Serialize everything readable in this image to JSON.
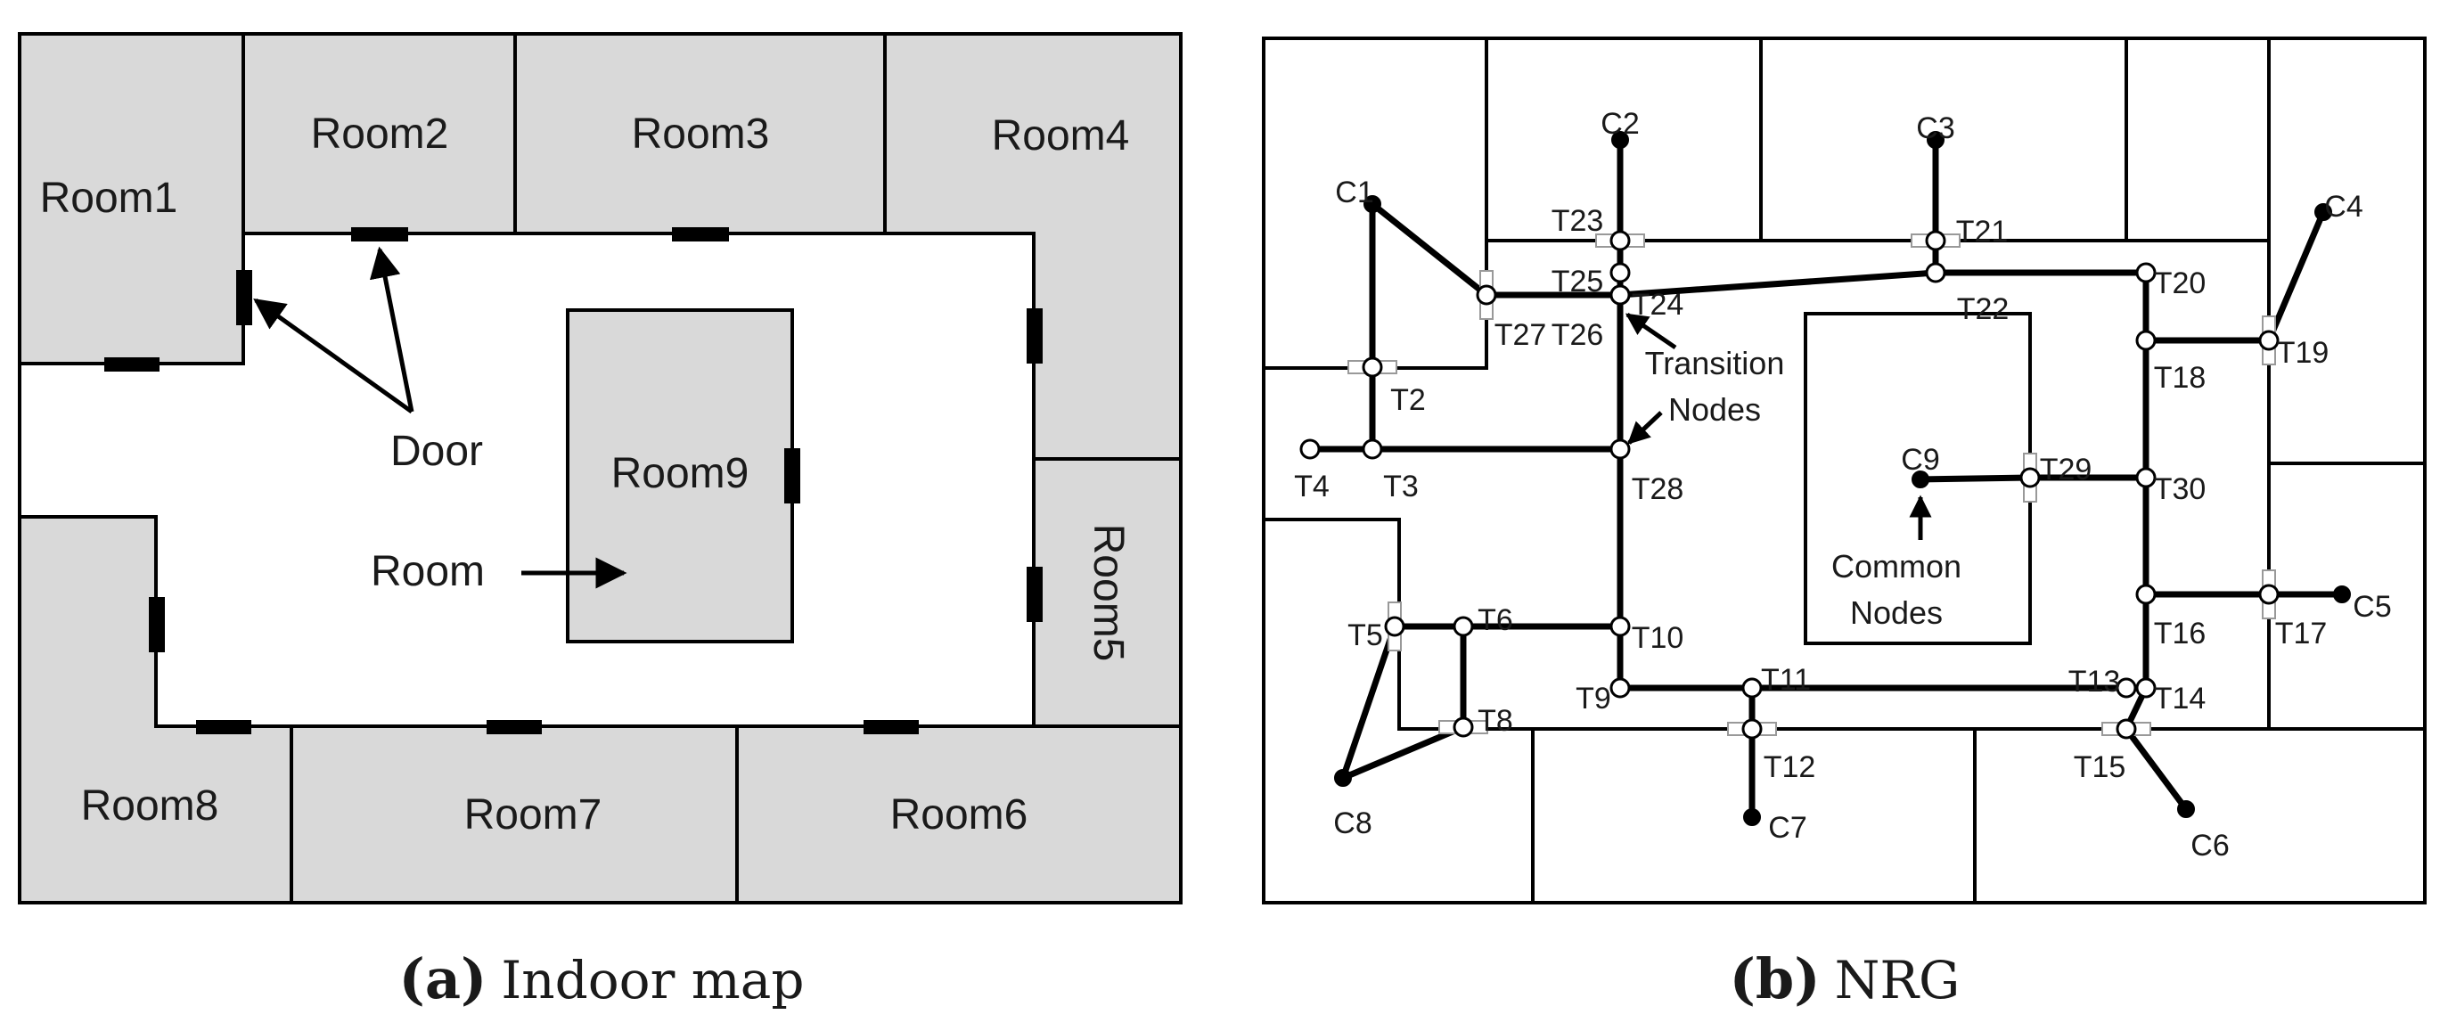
{
  "panel_a": {
    "rooms": [
      "Room1",
      "Room2",
      "Room3",
      "Room4",
      "Room5",
      "Room6",
      "Room7",
      "Room8",
      "Room9"
    ],
    "door_label": "Door",
    "room_label": "Room"
  },
  "panel_b": {
    "transition_label_line1": "Transition",
    "transition_label_line2": "Nodes",
    "common_label_line1": "Common",
    "common_label_line2": "Nodes",
    "nodes": [
      {
        "id": "C1",
        "type": "common"
      },
      {
        "id": "C2",
        "type": "common"
      },
      {
        "id": "C3",
        "type": "common"
      },
      {
        "id": "C4",
        "type": "common"
      },
      {
        "id": "C5",
        "type": "common"
      },
      {
        "id": "C6",
        "type": "common"
      },
      {
        "id": "C7",
        "type": "common"
      },
      {
        "id": "C8",
        "type": "common"
      },
      {
        "id": "C9",
        "type": "common"
      },
      {
        "id": "T2",
        "type": "transition"
      },
      {
        "id": "T3",
        "type": "transition"
      },
      {
        "id": "T4",
        "type": "transition"
      },
      {
        "id": "T5",
        "type": "transition"
      },
      {
        "id": "T6",
        "type": "transition"
      },
      {
        "id": "T8",
        "type": "transition"
      },
      {
        "id": "T9",
        "type": "transition"
      },
      {
        "id": "T10",
        "type": "transition"
      },
      {
        "id": "T11",
        "type": "transition"
      },
      {
        "id": "T12",
        "type": "transition"
      },
      {
        "id": "T13",
        "type": "transition"
      },
      {
        "id": "T14",
        "type": "transition"
      },
      {
        "id": "T15",
        "type": "transition"
      },
      {
        "id": "T16",
        "type": "transition"
      },
      {
        "id": "T17",
        "type": "transition"
      },
      {
        "id": "T18",
        "type": "transition"
      },
      {
        "id": "T19",
        "type": "transition"
      },
      {
        "id": "T20",
        "type": "transition"
      },
      {
        "id": "T21",
        "type": "transition"
      },
      {
        "id": "T22",
        "type": "transition"
      },
      {
        "id": "T23",
        "type": "transition"
      },
      {
        "id": "T24",
        "type": "transition"
      },
      {
        "id": "T25",
        "type": "transition"
      },
      {
        "id": "T26",
        "type": "transition"
      },
      {
        "id": "T27",
        "type": "transition"
      },
      {
        "id": "T28",
        "type": "transition"
      },
      {
        "id": "T29",
        "type": "transition"
      },
      {
        "id": "T30",
        "type": "transition"
      }
    ],
    "edges": [
      [
        "C1",
        "T27"
      ],
      [
        "C1",
        "T2"
      ],
      [
        "T27",
        "T24"
      ],
      [
        "T2",
        "T3"
      ],
      [
        "T4",
        "T3"
      ],
      [
        "T3",
        "T28"
      ],
      [
        "C2",
        "T23"
      ],
      [
        "T23",
        "T24"
      ],
      [
        "T24",
        "T28"
      ],
      [
        "T28",
        "T10"
      ],
      [
        "T10",
        "T9"
      ],
      [
        "T9",
        "T11"
      ],
      [
        "T11",
        "T13"
      ],
      [
        "T13",
        "T14"
      ],
      [
        "T11",
        "T12"
      ],
      [
        "T12",
        "C7"
      ],
      [
        "T14",
        "T15"
      ],
      [
        "T15",
        "C6"
      ],
      [
        "T14",
        "T16"
      ],
      [
        "T16",
        "T17"
      ],
      [
        "T17",
        "C5"
      ],
      [
        "T16",
        "T30"
      ],
      [
        "T30",
        "T18"
      ],
      [
        "T18",
        "T20"
      ],
      [
        "T18",
        "T19"
      ],
      [
        "T19",
        "C4"
      ],
      [
        "T20",
        "T22"
      ],
      [
        "T22",
        "T24"
      ],
      [
        "T22",
        "T21"
      ],
      [
        "T21",
        "C3"
      ],
      [
        "C9",
        "T29"
      ],
      [
        "T29",
        "T30"
      ],
      [
        "T10",
        "T6"
      ],
      [
        "T6",
        "T5"
      ],
      [
        "T6",
        "T8"
      ],
      [
        "T5",
        "C8"
      ],
      [
        "C8",
        "T8"
      ]
    ]
  },
  "captions": {
    "a_tag": "(a)",
    "a_text": "Indoor map",
    "b_tag": "(b)",
    "b_text": "NRG"
  }
}
